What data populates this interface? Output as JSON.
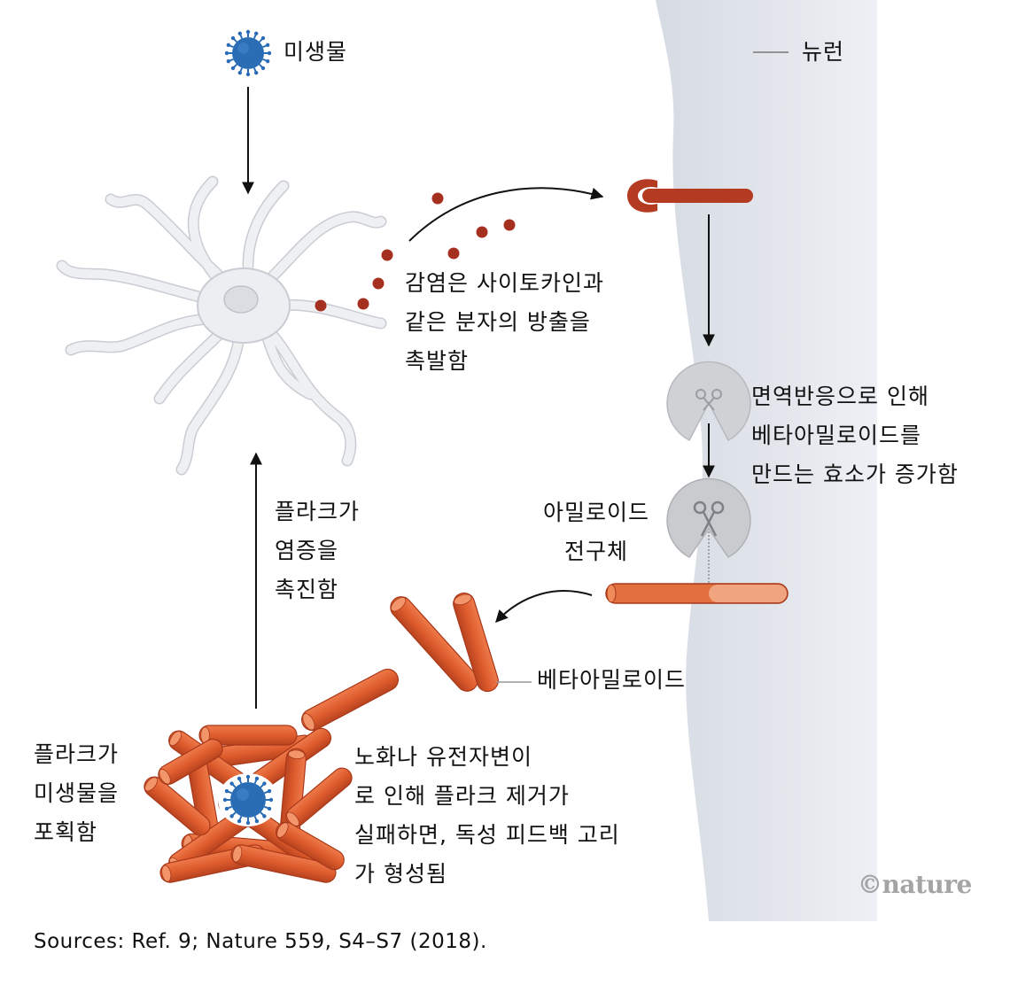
{
  "labels": {
    "microbe": "미생물",
    "neuron": "뉴런",
    "inflammation": [
      "감염은 사이토카인과",
      "같은 분자의 방출을",
      "촉발함"
    ],
    "enzyme": [
      "면역반응으로 인해",
      "베타아밀로이드를",
      "만드는 효소가 증가함"
    ],
    "precursor": [
      "아밀로이드",
      "전구체"
    ],
    "beta_amyloid": "베타아밀로이드",
    "plaque_inflammation": [
      "플라크가",
      "염증을",
      "촉진함"
    ],
    "plaque_capture": [
      "플라크가",
      "미생물을",
      "포획함"
    ],
    "feedback": [
      "노화나 유전자변이",
      "로 인해 플라크 제거가",
      "실패하면, 독성 피드백 고리",
      "가 형성됨"
    ]
  },
  "source_note": "Sources: Ref. 9; Nature 559, S4–S7 (2018).",
  "watermark": "©nature",
  "colors": {
    "microbe": "#2a6db5",
    "cytokine": "#a6301f",
    "receptor": "#b53a22",
    "amyloid": "#de5a2e",
    "amyloid_dark": "#a8381a",
    "neuron_band": "#dfe3ea",
    "glia": "#eceef1",
    "glia_outline": "#c8ccd2",
    "enzyme": "#c7c9cc"
  }
}
